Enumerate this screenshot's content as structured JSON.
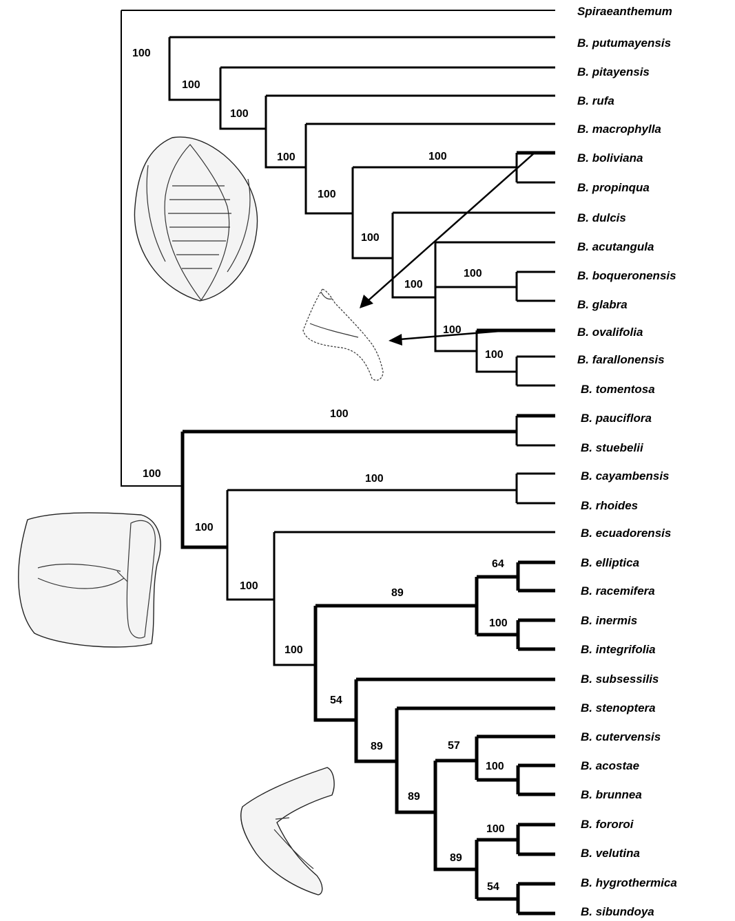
{
  "taxa": [
    "Spiraeanthemum",
    "B. putumayensis",
    "B. pitayensis",
    "B. rufa",
    "B. macrophylla",
    "B. boliviana",
    "B. propinqua",
    "B. dulcis",
    "B. acutangula",
    "B. boqueronensis",
    "B. glabra",
    "B. ovalifolia",
    "B. farallonensis",
    "B. tomentosa",
    "B. pauciflora",
    "B. stuebelii",
    "B. cayambensis",
    "B. rhoides",
    "B. ecuadorensis",
    "B. elliptica",
    "B. racemifera",
    "B. inermis",
    "B. integrifolia",
    "B. subsessilis",
    "B. stenoptera",
    "B. cutervensis",
    "B. acostae",
    "B. brunnea",
    "B. fororoi",
    "B. velutina",
    "B. hygrothermica",
    "B. sibundoya"
  ],
  "support_values": {
    "putumayensis_split": "100",
    "pitayensis_split": "100",
    "rufa_split": "100",
    "macrophylla_split": "100",
    "dulcis_group": "100",
    "boliviana_propinqua": "100",
    "acutangula_group": "100",
    "acutangula_clade": "100",
    "boqueronensis_glabra": "100",
    "ovalifolia_clade": "100",
    "farallonensis_tomentosa": "100",
    "lower_clade_root": "100",
    "pauciflora_stuebelii": "100",
    "cayambensis_group": "100",
    "cayambensis_rhoides": "100",
    "ecuadorensis_group": "100",
    "elliptica_group": "100",
    "elliptica_inermis_clade": "89",
    "elliptica_racemifera": "64",
    "inermis_integrifolia": "100",
    "subsessilis_group": "54",
    "stenoptera_group": "89",
    "cutervensis_group": "89",
    "cutervensis_clade": "57",
    "acostae_brunnea": "100",
    "fororoi_clade": "89",
    "fororoi_velutina": "100",
    "hygrothermica_sibundoya": "54"
  },
  "icons": [
    "winged-fruit-drawing",
    "wing-fragment-drawing",
    "folded-wing-drawing",
    "bent-wing-drawing"
  ]
}
